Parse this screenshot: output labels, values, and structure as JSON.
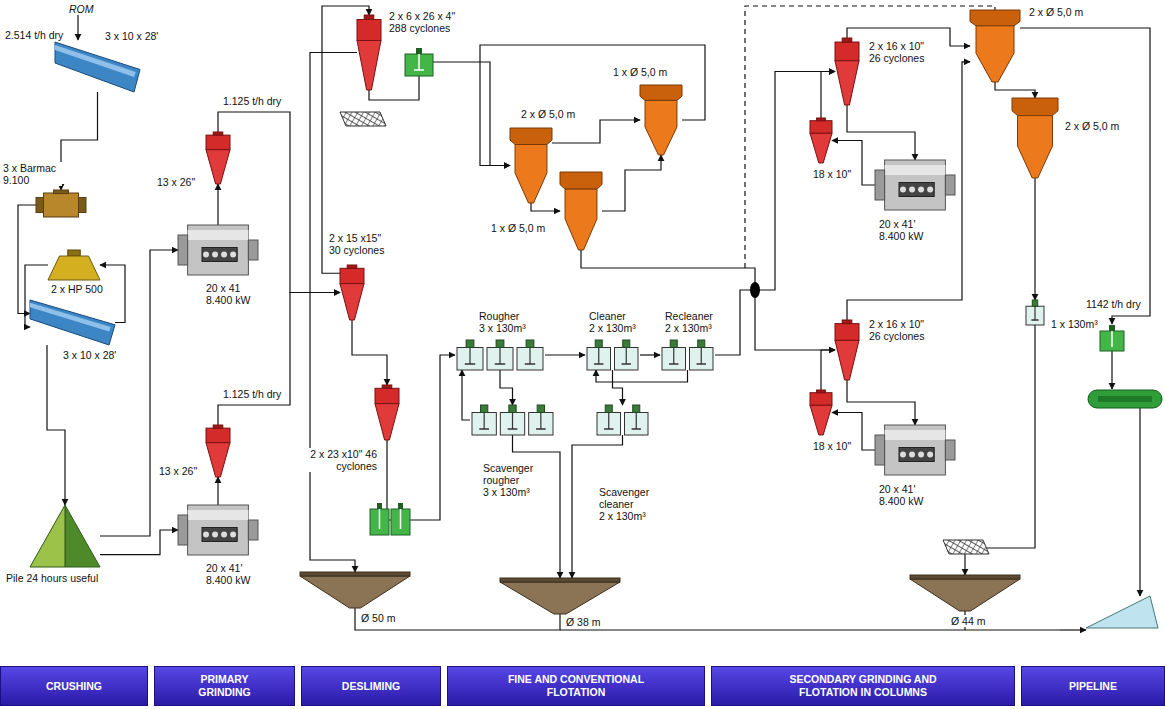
{
  "diagram": {
    "nodes": [
      {
        "text": [
          "3 x 10 x 28'"
        ]
      },
      {
        "text": [
          "3 x Barmac 9.100"
        ]
      },
      {
        "text": [
          "2 x HP 500"
        ]
      },
      {
        "text": [
          "3 x 10 x 28'"
        ]
      },
      {
        "text": [
          "Pile 24 hours useful"
        ]
      },
      {
        "text": [
          "13 x 26\""
        ]
      },
      {
        "text": [
          "20 x 41 8.400 kW"
        ]
      },
      {
        "text": [
          "13 x 26\""
        ]
      },
      {
        "text": [
          "20 x 41' 8.400 kW"
        ]
      },
      {
        "text": [
          "2 x 6 x 26 x 4\" 288 cyclones"
        ]
      },
      {
        "text": [
          "2 x 15 x15\" 30 cyclones"
        ]
      },
      {
        "text": [
          "2 x 23 x10\" 46 cyclones"
        ]
      },
      {
        "text": [
          "Ø 50 m"
        ]
      },
      {
        "text": [
          "2 x Ø 5,0 m"
        ]
      },
      {
        "text": [
          "1 x Ø 5,0 m"
        ]
      },
      {
        "text": [
          "1 x Ø 5,0 m"
        ]
      },
      {
        "text": [
          "Rougher",
          "3 x 130m³"
        ]
      },
      {
        "text": [
          "Cleaner",
          "2 x 130m³"
        ]
      },
      {
        "text": [
          "Recleaner",
          "2 x 130m³"
        ]
      },
      {
        "text": [
          "Scavenger rougher",
          "3 x 130m³"
        ]
      },
      {
        "text": [
          "Scavenger cleaner",
          "2 x 130m³"
        ]
      },
      {
        "text": [
          "Ø 38 m"
        ]
      },
      {
        "text": [
          "2 x 16 x 10\" 26 cyclones"
        ]
      },
      {
        "text": [
          "18 x 10\""
        ]
      },
      {
        "text": [
          "20 x 41' 8.400 kW"
        ]
      },
      {
        "text": [
          "2 x 16 x 10\" 26 cyclones"
        ]
      },
      {
        "text": [
          "18 x 10\""
        ]
      },
      {
        "text": [
          "20 x 41' 8.400 kW"
        ]
      },
      {
        "text": [
          "2 x Ø 5,0 m"
        ]
      },
      {
        "text": [
          "2 x Ø 5,0 m"
        ]
      },
      {
        "text": [
          "1 x 130m³"
        ]
      },
      {
        "text": [
          "Ø 44 m"
        ]
      },
      {
        "text": [
          "CRUSHING"
        ]
      },
      {
        "text": [
          "PRIMARY GRINDING"
        ]
      },
      {
        "text": [
          "DESLIMING"
        ]
      },
      {
        "text": [
          "FINE AND CONVENTIONAL FLOTATION"
        ]
      },
      {
        "text": [
          "SECONDARY GRINDING AND FLOTATION IN COLUMNS"
        ]
      },
      {
        "text": [
          "PIPELINE"
        ]
      }
    ],
    "edges": [
      {
        "from": 0,
        "to": 1,
        "arrow": "to"
      },
      {
        "from": 1,
        "to": 3,
        "arrow": "to"
      },
      {
        "from": 3,
        "to": 2,
        "arrow": "to"
      },
      {
        "from": 2,
        "to": 3,
        "arrow": "to"
      },
      {
        "from": 3,
        "to": 4,
        "arrow": "to"
      },
      {
        "from": 4,
        "to": 6,
        "arrow": "to"
      },
      {
        "from": 4,
        "to": 8,
        "arrow": "to"
      },
      {
        "from": 6,
        "to": 5,
        "arrow": "to"
      },
      {
        "from": 5,
        "to": 10,
        "arrow": "to"
      },
      {
        "from": 8,
        "to": 7,
        "arrow": "to"
      },
      {
        "from": 7,
        "to": 10,
        "arrow": "to"
      },
      {
        "from": 10,
        "to": 9,
        "arrow": "to"
      },
      {
        "from": 10,
        "to": 11,
        "arrow": "to"
      },
      {
        "from": 11,
        "to": 16,
        "arrow": "to"
      },
      {
        "from": 9,
        "to": 12,
        "arrow": "to"
      },
      {
        "from": 9,
        "to": 13,
        "arrow": "to"
      },
      {
        "from": 13,
        "to": 15,
        "arrow": "to"
      },
      {
        "from": 13,
        "to": 14,
        "arrow": "to"
      },
      {
        "from": 15,
        "to": 14,
        "arrow": "to"
      },
      {
        "from": 14,
        "to": 13,
        "arrow": "to"
      },
      {
        "from": 15,
        "to": 25,
        "arrow": "to"
      },
      {
        "from": 18,
        "to": 22,
        "arrow": "to"
      },
      {
        "from": 16,
        "to": 17,
        "arrow": "to"
      },
      {
        "from": 17,
        "to": 18,
        "arrow": "to"
      },
      {
        "from": 16,
        "to": 19,
        "arrow": "to"
      },
      {
        "from": 17,
        "to": 20,
        "arrow": "to"
      },
      {
        "from": 18,
        "to": 17,
        "arrow": "to"
      },
      {
        "from": 19,
        "to": 21,
        "arrow": "to"
      },
      {
        "from": 19,
        "to": 16,
        "arrow": "to"
      },
      {
        "from": 20,
        "to": 21,
        "arrow": "to"
      },
      {
        "from": 22,
        "to": 24,
        "arrow": "to"
      },
      {
        "from": 24,
        "to": 23,
        "arrow": "to"
      },
      {
        "from": 23,
        "to": 22,
        "arrow": "to"
      },
      {
        "from": 22,
        "to": 28,
        "arrow": "to"
      },
      {
        "from": 25,
        "to": 27,
        "arrow": "to"
      },
      {
        "from": 27,
        "to": 26,
        "arrow": "to"
      },
      {
        "from": 26,
        "to": 25,
        "arrow": "to"
      },
      {
        "from": 25,
        "to": 28,
        "arrow": "to"
      },
      {
        "from": 28,
        "to": 29,
        "arrow": "to"
      },
      {
        "from": 29,
        "to": 30,
        "arrow": "to"
      },
      {
        "from": 30,
        "to": 31,
        "arrow": "to"
      },
      {
        "from": 12,
        "to": 21,
        "arrow": "none"
      }
    ],
    "labels": [
      "ROM",
      "2.514 t/h dry",
      "1.125 t/h dry",
      "1.125 t/h dry",
      "1142 t/h dry"
    ]
  }
}
